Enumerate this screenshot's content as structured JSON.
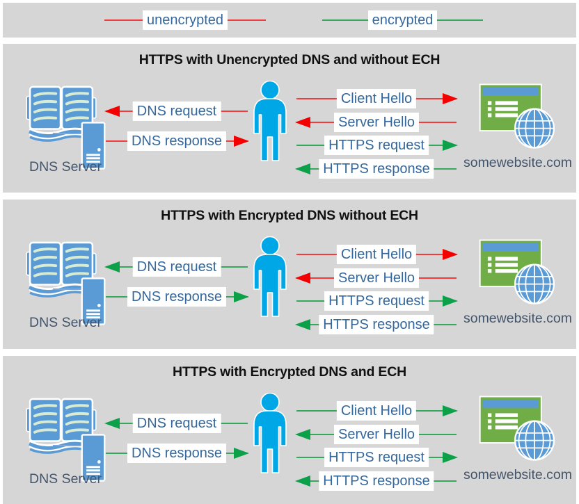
{
  "colors": {
    "panel_bg": "#D6D6D6",
    "unencrypted": "#F03C3C",
    "unencrypted_head": "#F40000",
    "encrypted": "#35A85B",
    "encrypted_head": "#0CA049",
    "label_text": "#34689D",
    "caption_text": "#44546A",
    "person": "#00A7E7",
    "server_blue": "#5B9BD5",
    "website_green": "#70AD47"
  },
  "legend": {
    "items": [
      {
        "label": "unencrypted",
        "type": "unencrypted"
      },
      {
        "label": "encrypted",
        "type": "encrypted"
      }
    ]
  },
  "panels": [
    {
      "title": "HTTPS with Unencrypted DNS and without ECH",
      "dns_server_label": "DNS Server",
      "website_label": "somewebsite.com",
      "dns_arrows": [
        {
          "label": "DNS request",
          "direction": "left",
          "encrypted": false
        },
        {
          "label": "DNS response",
          "direction": "right",
          "encrypted": false
        }
      ],
      "https_arrows": [
        {
          "label": "Client Hello",
          "direction": "right",
          "encrypted": false
        },
        {
          "label": "Server Hello",
          "direction": "left",
          "encrypted": false
        },
        {
          "label": "HTTPS request",
          "direction": "right",
          "encrypted": true
        },
        {
          "label": "HTTPS response",
          "direction": "left",
          "encrypted": true
        }
      ]
    },
    {
      "title": "HTTPS with Encrypted DNS without ECH",
      "dns_server_label": "DNS Server",
      "website_label": "somewebsite.com",
      "dns_arrows": [
        {
          "label": "DNS request",
          "direction": "left",
          "encrypted": true
        },
        {
          "label": "DNS response",
          "direction": "right",
          "encrypted": true
        }
      ],
      "https_arrows": [
        {
          "label": "Client Hello",
          "direction": "right",
          "encrypted": false
        },
        {
          "label": "Server Hello",
          "direction": "left",
          "encrypted": false
        },
        {
          "label": "HTTPS request",
          "direction": "right",
          "encrypted": true
        },
        {
          "label": "HTTPS response",
          "direction": "left",
          "encrypted": true
        }
      ]
    },
    {
      "title": "HTTPS with Encrypted DNS and ECH",
      "dns_server_label": "DNS Server",
      "website_label": "somewebsite.com",
      "dns_arrows": [
        {
          "label": "DNS request",
          "direction": "left",
          "encrypted": true
        },
        {
          "label": "DNS response",
          "direction": "right",
          "encrypted": true
        }
      ],
      "https_arrows": [
        {
          "label": "Client Hello",
          "direction": "right",
          "encrypted": true
        },
        {
          "label": "Server Hello",
          "direction": "left",
          "encrypted": true
        },
        {
          "label": "HTTPS request",
          "direction": "right",
          "encrypted": true
        },
        {
          "label": "HTTPS response",
          "direction": "left",
          "encrypted": true
        }
      ]
    }
  ]
}
